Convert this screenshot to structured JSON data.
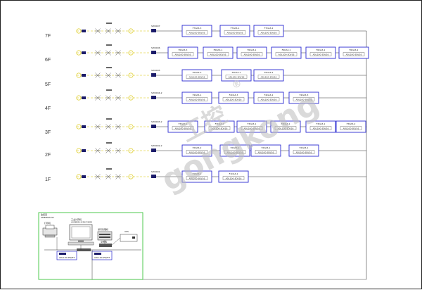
{
  "floors": [
    {
      "label": "7F",
      "switch": "SW0007",
      "boxes": [
        [
          "F7DA3-3",
          "ADL100-3DI/16"
        ],
        [
          "F7DA3-1",
          "ADL100-3DI/16"
        ],
        [
          "F7DA3-2",
          "ADL100-3DI/16"
        ]
      ]
    },
    {
      "label": "6F",
      "switch": "SW0006",
      "boxes": [
        [
          "F6DA3-3",
          "ADL100-3DI/16"
        ],
        [
          "F6DA3-1",
          "ADL100-3DI/16"
        ],
        [
          "F6DA3-1",
          "ADL100-3DI/16"
        ],
        [
          "F6DA3-1",
          "ADL100-3DI/16"
        ],
        [
          "F6DA3-1",
          "ADL100-3DI/16"
        ],
        [
          "F6DA3-2",
          "ADL100-3DI/16"
        ]
      ]
    },
    {
      "label": "5F",
      "switch": "SW0005",
      "boxes": [
        [
          "F5DA3-3",
          "ADL100-3DI/16"
        ],
        [
          "F5DA3-1",
          "ADL100-3DI/16"
        ],
        [
          "F5DA3-2",
          "ADL100-3DI/16"
        ]
      ]
    },
    {
      "label": "4F",
      "switch": "SW0004-2",
      "boxes": [
        [
          "F4DA3-1",
          "ADL100-3DI/16"
        ],
        [
          "F4DA3-3",
          "ADL100-3DI/16"
        ],
        [
          "F4DA3-2",
          "ADL100-3DI/16"
        ],
        [
          "F4DA3-3",
          "ADL100-3DI/16"
        ]
      ]
    },
    {
      "label": "3F",
      "switch": "SW0003-2",
      "boxes": [
        [
          "F3DA3-1",
          "ADL100-3DI/16"
        ],
        [
          "F3DA3-2",
          "ADL100-3DI/16"
        ],
        [
          "F3DA3-1",
          "ADL100-3DI/16"
        ],
        [
          "F3DA3-2",
          "ADL100-3DI/16"
        ],
        [
          "F3DA3-1",
          "ADL100-3DI/16"
        ],
        [
          "F3DA3-2",
          "ADL100-3DI/16"
        ]
      ]
    },
    {
      "label": "2F",
      "switch": "SW0002-2",
      "boxes": [
        [
          "F2DA3-2",
          "ADL100-3DI/16"
        ],
        [
          "F2DA3-2",
          "ADL100-3DI/16"
        ],
        [
          "F2DA3-1",
          "ADL100-3DI/16"
        ],
        [
          "F2DA3-1",
          "ADL100-3DI/16"
        ]
      ]
    },
    {
      "label": "1F",
      "switch": "SW0001",
      "boxes": [
        [
          "F1DA3-1",
          "ADL100-3DI/16"
        ],
        [
          "F1DA3-2",
          "ADL100-3DI/16"
        ]
      ]
    }
  ],
  "control_room": {
    "title": "监控室",
    "subtitle": "AMBFINALS1",
    "printer": "打印机",
    "monitor": "工业计算机",
    "monitor_model": "ASMENV-IC51P-SERI",
    "server": "通讯管理机",
    "switch": "交换机",
    "ups": "UPS",
    "meter_a": "ADL100-PW/ET",
    "meter_b": "ADL100-PW/ET"
  },
  "watermark": {
    "text_cn": "工控",
    "text_en": "gongkong",
    "reg": "®"
  }
}
